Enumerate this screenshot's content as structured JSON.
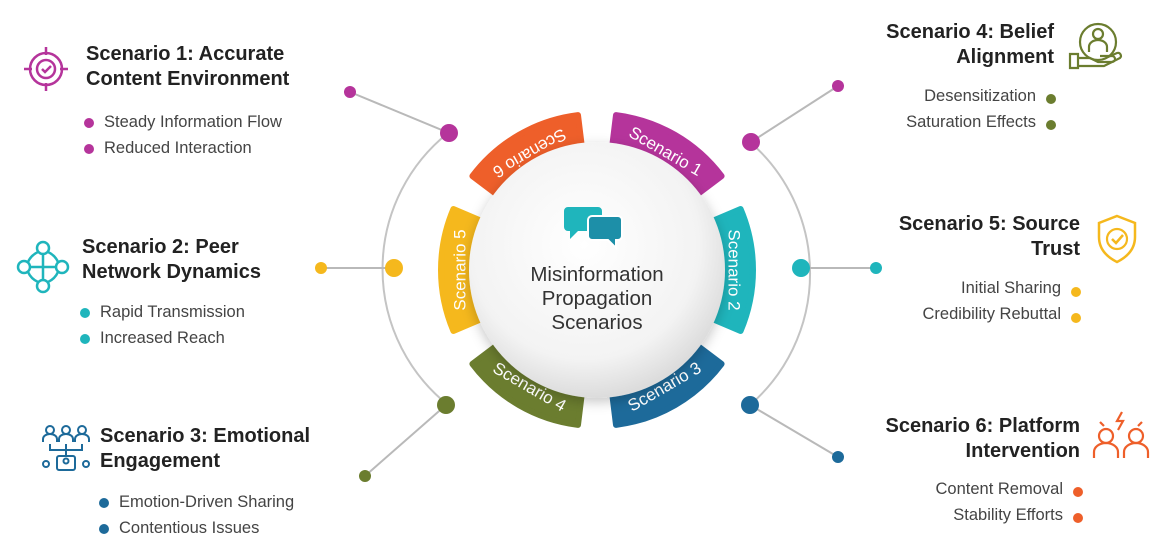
{
  "center_label": [
    "Misinformation",
    "Propagation",
    "Scenarios"
  ],
  "colors": {
    "s1": "#b5349b",
    "s2": "#1fb5bc",
    "s3": "#1d6a9a",
    "s4": "#6b7d2f",
    "s5": "#f5b81d",
    "s6": "#ee5f2a",
    "line": "#b9b9b9"
  },
  "segments": [
    {
      "label": "Scenario 1",
      "color": "#b5349b"
    },
    {
      "label": "Scenario 2",
      "color": "#1fb5bc"
    },
    {
      "label": "Scenario 3",
      "color": "#1d6a9a"
    },
    {
      "label": "Scenario 4",
      "color": "#6b7d2f"
    },
    {
      "label": "Scenario 5",
      "color": "#f5b81d"
    },
    {
      "label": "Scenario 6",
      "color": "#ee5f2a"
    }
  ],
  "scenarios": {
    "s1": {
      "title": [
        "Scenario 1: Accurate",
        "Content Environment"
      ],
      "bullets": [
        "Steady Information Flow",
        "Reduced Interaction"
      ],
      "icon": "target-check-icon"
    },
    "s2": {
      "title": [
        "Scenario 2: Peer",
        "Network Dynamics"
      ],
      "bullets": [
        "Rapid Transmission",
        "Increased Reach"
      ],
      "icon": "network-icon"
    },
    "s3": {
      "title": [
        "Scenario 3: Emotional",
        "Engagement"
      ],
      "bullets": [
        "Emotion-Driven Sharing",
        "Contentious Issues"
      ],
      "icon": "people-network-icon"
    },
    "s4": {
      "title": [
        "Scenario 4: Belief",
        "Alignment"
      ],
      "bullets": [
        "Desensitization",
        "Saturation Effects"
      ],
      "icon": "person-hand-icon"
    },
    "s5": {
      "title": [
        "Scenario 5: Source",
        "Trust"
      ],
      "bullets": [
        "Initial Sharing",
        "Credibility Rebuttal"
      ],
      "icon": "shield-check-icon"
    },
    "s6": {
      "title": [
        "Scenario 6: Platform",
        "Intervention"
      ],
      "bullets": [
        "Content Removal",
        "Stability Efforts"
      ],
      "icon": "people-lightning-icon"
    }
  }
}
